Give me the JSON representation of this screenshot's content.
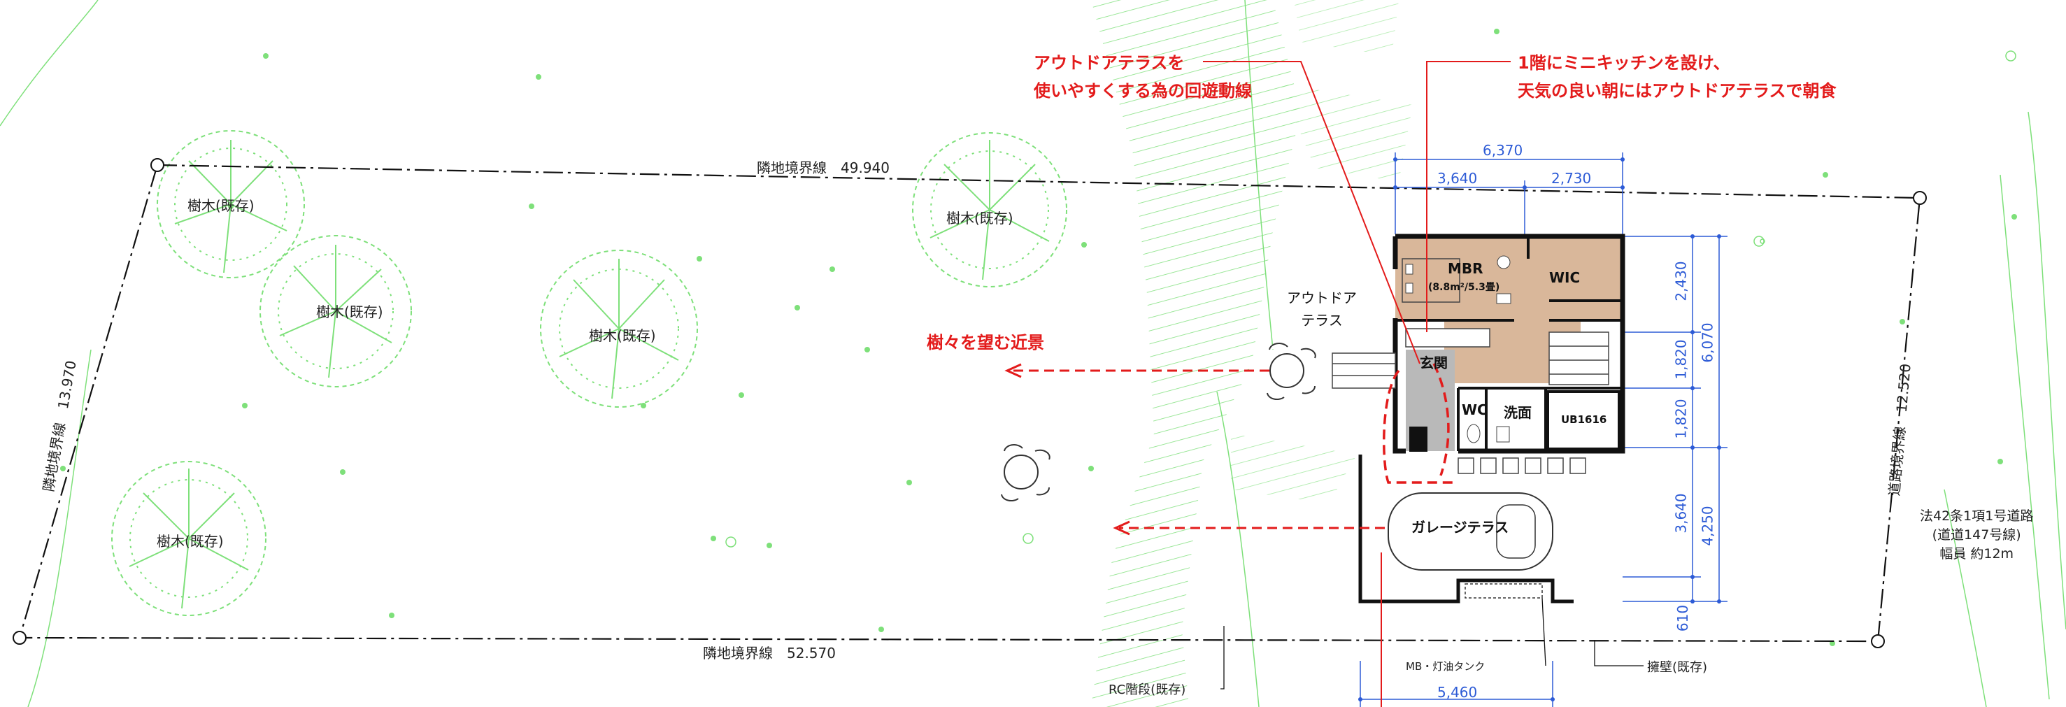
{
  "colors": {
    "tree_green": "#7ee07a",
    "annotation_red": "#e31b1b",
    "dimension_blue": "#2d5bd6",
    "floor_wood": "#d9b79a",
    "entrance_gray": "#b9b9b9",
    "wall_black": "#111111"
  },
  "trees": {
    "t1": "樹木(既存)",
    "t2": "樹木(既存)",
    "t3": "樹木(既存)",
    "t4": "樹木(既存)",
    "t5": "樹木(既存)"
  },
  "boundaries": {
    "top": "隣地境界線　49.940",
    "bottom": "隣地境界線　52.570",
    "left": "隣地境界線　13.970",
    "right": "道路境界線　12.520"
  },
  "annotations": {
    "outdoor_loop": [
      "アウトドアテラスを",
      "使いやすくする為の回遊動線"
    ],
    "kitchen": [
      "1階にミニキッチンを設け、",
      "天気の良い朝にはアウトドアテラスで朝食"
    ],
    "view": "樹々を望む近景"
  },
  "rooms": {
    "mbr": "MBR",
    "mbr_area": "(8.8m²/5.3畳)",
    "wic": "WIC",
    "outdoor_terrace": [
      "アウトドア",
      "テラス"
    ],
    "entrance": "玄関",
    "wc": "WC",
    "washroom": "洗面",
    "bath": "UB1616",
    "garage": "ガレージテラス"
  },
  "dimensions": {
    "top_total": "6,370",
    "top_left": "3,640",
    "top_right": "2,730",
    "right_1": "2,430",
    "right_2": "1,820",
    "right_3": "1,820",
    "right_4": "3,640",
    "right_5": "610",
    "right_total_upper": "6,070",
    "right_total_lower": "4,250",
    "bottom_total": "5,460"
  },
  "notes": {
    "rc_stairs": "RC階段(既存)",
    "mb_tank": "MB・灯油タンク",
    "retaining_wall": "擁壁(既存)"
  },
  "road": [
    "法42条1項1号道路",
    "(道道147号線)",
    "幅員 約12m"
  ]
}
